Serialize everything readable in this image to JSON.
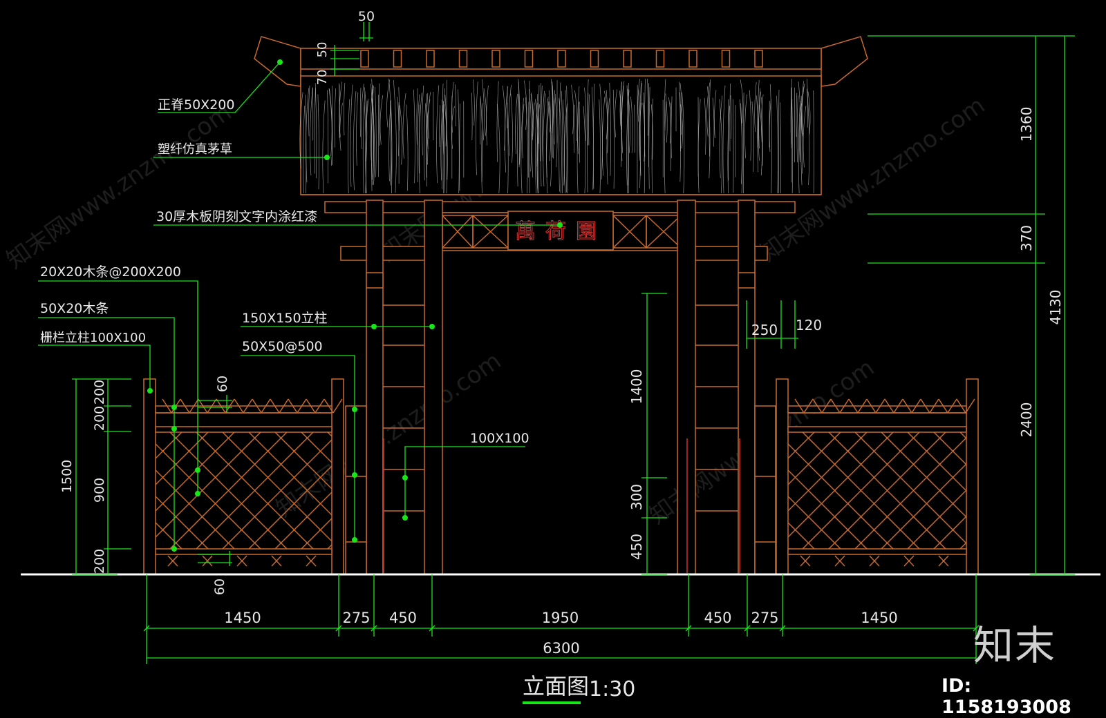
{
  "labels": {
    "ridge": "正脊50X200",
    "thatch": "塑纤仿真茅草",
    "signboard": "30厚木板阴刻文字内涂红漆",
    "lattice_strip": "20X20木条@200X200",
    "strip_50x20": "50X20木条",
    "fence_post": "栅栏立柱100X100",
    "column": "150X150立柱",
    "rung": "50X50@500",
    "post_100": "100X100"
  },
  "sign_text": "萬荷園",
  "dimensions": {
    "top_50a": "50",
    "top_50b": "50",
    "top_70": "70",
    "fence_60_top": "60",
    "fence_60_bottom": "60",
    "fence_200a": "200",
    "fence_200b": "200",
    "fence_900": "900",
    "fence_200c": "200",
    "fence_1500": "1500",
    "inner_1400": "1400",
    "inner_300": "300",
    "inner_450": "450",
    "side_250": "250",
    "side_120": "120",
    "right_1360": "1360",
    "right_370": "370",
    "right_2400": "2400",
    "right_4130": "4130",
    "bottom": [
      "1450",
      "275",
      "450",
      "1950",
      "450",
      "275",
      "1450"
    ],
    "total": "6300"
  },
  "title": "立面图",
  "scale": "1:30",
  "watermark": "知末网www.znzmo.com",
  "brand": "知末",
  "id_text": "ID: 1158193008"
}
